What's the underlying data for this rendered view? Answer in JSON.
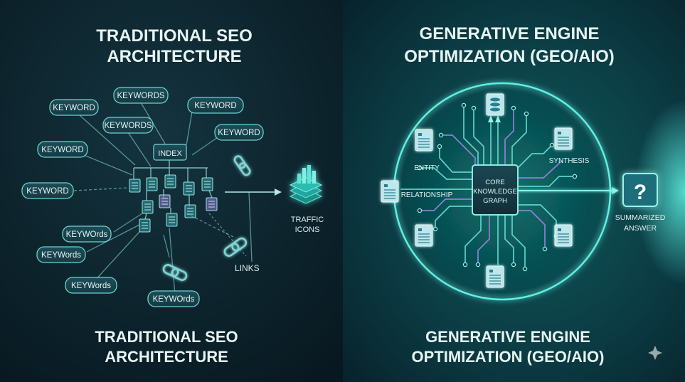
{
  "left": {
    "title_line1": "TRADITIONAL SEO",
    "title_line2": "ARCHITECTURE",
    "footer_line1": "TRADITIONAL SEO",
    "footer_line2": "ARCHITECTURE",
    "index_label": "INDEX",
    "traffic_line1": "TRAFFIC",
    "traffic_line2": "ICONS",
    "links_label": "LINKS",
    "keyword_tags": [
      "KEYWORDS",
      "KEYWORD",
      "KEYWORDS",
      "KEYWORD",
      "KEYWORD",
      "KEYWORD",
      "KEYWORD",
      "KEYWOrds",
      "KEYWords",
      "KEYWords",
      "KEYWOrds"
    ]
  },
  "right": {
    "title_line1": "GENERATIVE ENGINE",
    "title_line2": "OPTIMIZATION (GEO/AIO)",
    "footer_line1": "GENERATIVE ENGINE",
    "footer_line2": "OPTIMIZATION (GEO/AIO)",
    "core_line1": "CORE",
    "core_line2": "KNOWLEDGE",
    "core_line3": "GRAPH",
    "entity_line1": "ENTITY",
    "entity_line2": "RELATIONSHIP",
    "synthesis_label": "SYNTHESIS",
    "answer_line1": "SUMMARIZED",
    "answer_line2": "ANSWER",
    "answer_glyph": "?"
  },
  "icons": {
    "sparkle": "sparkle-icon"
  },
  "colors": {
    "background": "#0b1d26",
    "accent": "#3fd9d0",
    "title": "#e6f4f2",
    "purple": "#9a86e0"
  }
}
